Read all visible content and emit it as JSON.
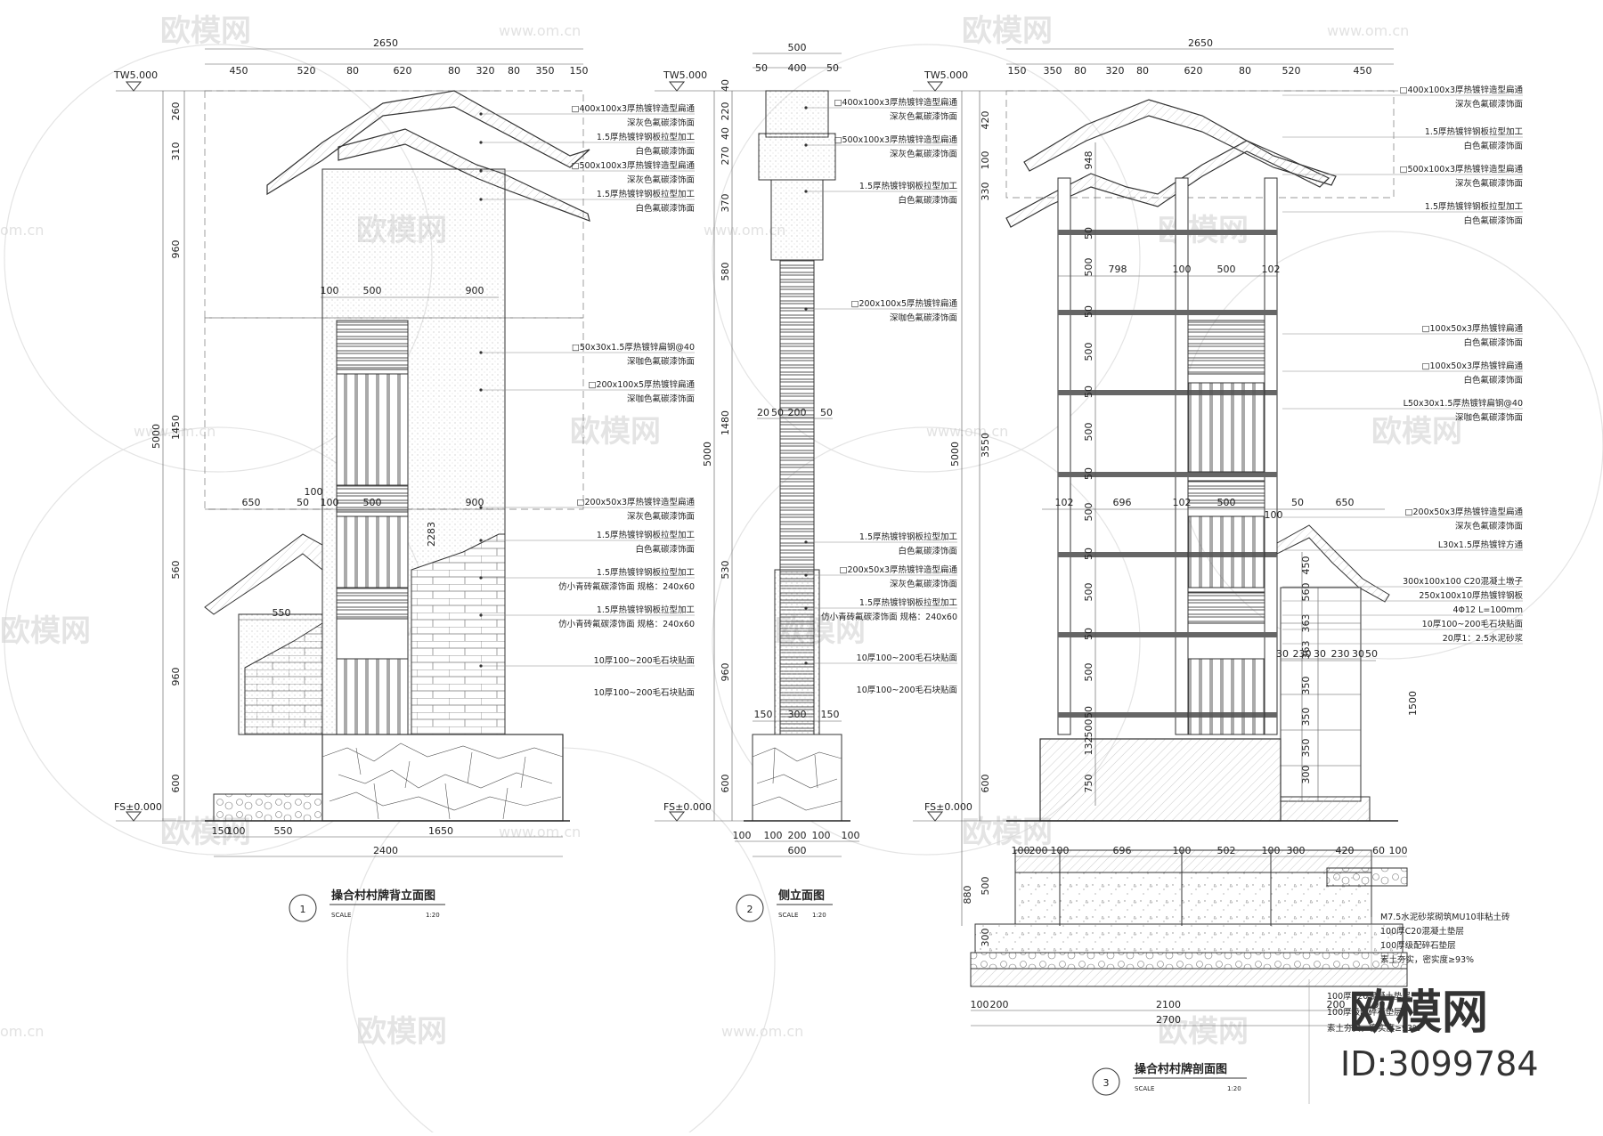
{
  "watermark": {
    "brand": "欧模网",
    "url": "www.om.cn",
    "url_short": "om.cn",
    "big_brand": "欧模网",
    "id_label": "ID:3099784"
  },
  "views": [
    {
      "number": "1",
      "title": "操合村村牌背立面图",
      "scale_label": "SCALE",
      "scale": "1:20"
    },
    {
      "number": "2",
      "title": "侧立面图",
      "scale_label": "SCALE",
      "scale": "1:20"
    },
    {
      "number": "3",
      "title": "操合村村牌剖面图",
      "scale_label": "SCALE",
      "scale": "1:20"
    }
  ],
  "levels": {
    "top": "TW5.000",
    "ground": "FS±0.000"
  },
  "view1": {
    "top_total": "2650",
    "top_dims": [
      "450",
      "520",
      "80",
      "620",
      "80",
      "320",
      "80",
      "350",
      "150"
    ],
    "left_dims": [
      "260",
      "310",
      "960",
      "1450",
      "560",
      "960",
      "600"
    ],
    "left_total": "5000",
    "inner_dims_a": [
      "100",
      "500",
      "900"
    ],
    "inner_dims_b": [
      "650",
      "50",
      "100",
      "100",
      "500",
      "900"
    ],
    "pavilion_dim": "550",
    "dim_2283": "2283",
    "bottom_dims": [
      "150",
      "100",
      "550",
      "1650"
    ],
    "bottom_total": "2400",
    "annotations": [
      "□400x100x3厚热镀锌造型扁通",
      "深灰色氟碳漆饰面",
      "1.5厚热镀锌钢板拉型加工",
      "白色氟碳漆饰面",
      "□500x100x3厚热镀锌造型扁通",
      "深灰色氟碳漆饰面",
      "1.5厚热镀锌钢板拉型加工",
      "白色氟碳漆饰面",
      "□50x30x1.5厚热镀锌扁钢@40",
      "深咖色氟碳漆饰面",
      "□200x100x5厚热镀锌扁通",
      "深咖色氟碳漆饰面",
      "□200x50x3厚热镀锌造型扁通",
      "深灰色氟碳漆饰面",
      "1.5厚热镀锌钢板拉型加工",
      "白色氟碳漆饰面",
      "1.5厚热镀锌钢板拉型加工",
      "仿小青砖氟碳漆饰面  规格：240x60",
      "1.5厚热镀锌钢板拉型加工",
      "仿小青砖氟碳漆饰面  规格：240x60",
      "10厚100~200毛石块贴面",
      "10厚100~200毛石块贴面"
    ]
  },
  "view2": {
    "top_total": "500",
    "top_dims": [
      "50",
      "400",
      "50"
    ],
    "left_dims": [
      "40",
      "220",
      "40",
      "270",
      "370",
      "580",
      "1480",
      "530",
      "960",
      "600"
    ],
    "left_total": "5000",
    "mid_dims": [
      "20",
      "50",
      "200",
      "50"
    ],
    "base_dims": [
      "150",
      "300",
      "150"
    ],
    "bottom_dims": [
      "100",
      "100",
      "200",
      "100",
      "100"
    ],
    "bottom_total": "600",
    "annotations": [
      "□400x100x3厚热镀锌造型扁通",
      "深灰色氟碳漆饰面",
      "□500x100x3厚热镀锌造型扁通",
      "深灰色氟碳漆饰面",
      "1.5厚热镀锌钢板拉型加工",
      "白色氟碳漆饰面",
      "□200x100x5厚热镀锌扁通",
      "深咖色氟碳漆饰面",
      "1.5厚热镀锌钢板拉型加工",
      "白色氟碳漆饰面",
      "□200x50x3厚热镀锌造型扁通",
      "深灰色氟碳漆饰面",
      "1.5厚热镀锌钢板拉型加工",
      "仿小青砖氟碳漆饰面  规格：240x60",
      "10厚100~200毛石块贴面",
      "10厚100~200毛石块贴面"
    ]
  },
  "view3": {
    "top_total": "2650",
    "top_dims": [
      "150",
      "350",
      "80",
      "320",
      "80",
      "620",
      "80",
      "520",
      "450"
    ],
    "left_dims": [
      "420",
      "100",
      "330",
      "3550",
      "600",
      "500",
      "880",
      "300"
    ],
    "left_total": "5000",
    "inner_dims_a": [
      "798",
      "100",
      "500",
      "102"
    ],
    "inner_dims_b": [
      "102",
      "696",
      "102",
      "500",
      "100",
      "50",
      "650"
    ],
    "col_dims": [
      "948",
      "50",
      "500",
      "50",
      "500",
      "50",
      "500",
      "50",
      "500",
      "50",
      "500",
      "50",
      "500",
      "50",
      "500",
      "132",
      "750"
    ],
    "right_dims": [
      "450",
      "560",
      "363",
      "363",
      "350",
      "350",
      "350",
      "300",
      "1500"
    ],
    "mid_h_dims": [
      "30",
      "230",
      "30",
      "230",
      "30",
      "50"
    ],
    "foundation_dims": [
      "100",
      "200",
      "100",
      "696",
      "100",
      "502",
      "100",
      "300",
      "420",
      "60",
      "100"
    ],
    "bottom_dims": [
      "100",
      "200",
      "2100",
      "200",
      "100"
    ],
    "bottom_total": "2700",
    "annotations": [
      "□400x100x3厚热镀锌造型扁通",
      "深灰色氟碳漆饰面",
      "1.5厚热镀锌钢板拉型加工",
      "白色氟碳漆饰面",
      "□500x100x3厚热镀锌造型扁通",
      "深灰色氟碳漆饰面",
      "1.5厚热镀锌钢板拉型加工",
      "白色氟碳漆饰面",
      "□100x50x3厚热镀锌扁通",
      "白色氟碳漆饰面",
      "□100x50x3厚热镀锌扁通",
      "白色氟碳漆饰面",
      "L50x30x1.5厚热镀锌扁钢@40",
      "深咖色氟碳漆饰面",
      "□200x50x3厚热镀锌造型扁通",
      "深灰色氟碳漆饰面",
      "L30x1.5厚热镀锌方通",
      "300x100x100 C20混凝土墩子",
      "250x100x10厚热镀锌钢板",
      "4Φ12 L=100mm",
      "10厚100~200毛石块贴面",
      "20厚1：2.5水泥砂浆",
      "M7.5水泥砂浆砌筑MU10非粘土砖",
      "100厚C20混凝土垫层",
      "100厚级配碎石垫层",
      "素土夯实，密实度≥93%",
      "100厚C20混凝土垫层",
      "100厚级配碎石垫层",
      "素土夯实，密实度≥93%"
    ]
  }
}
